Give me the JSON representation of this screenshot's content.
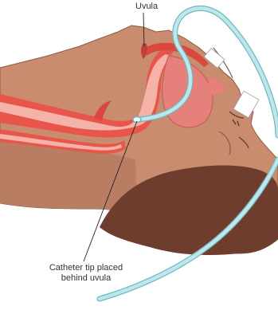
{
  "labels": {
    "uvula": "Uvula",
    "catheter_tip_line1": "Catheter tip placed",
    "catheter_tip_line2": "behind uvula"
  },
  "colors": {
    "skin": "#c98c6e",
    "skin_shadow": "#a7705a",
    "hair": "#6e3d2e",
    "airway_red": "#e8554a",
    "airway_pink": "#f4b2a8",
    "tongue": "#e5807a",
    "tube": "#bfe6ea",
    "tube_outline": "#6fb8c2",
    "tape": "#ffffff",
    "leader_line": "#222222"
  }
}
